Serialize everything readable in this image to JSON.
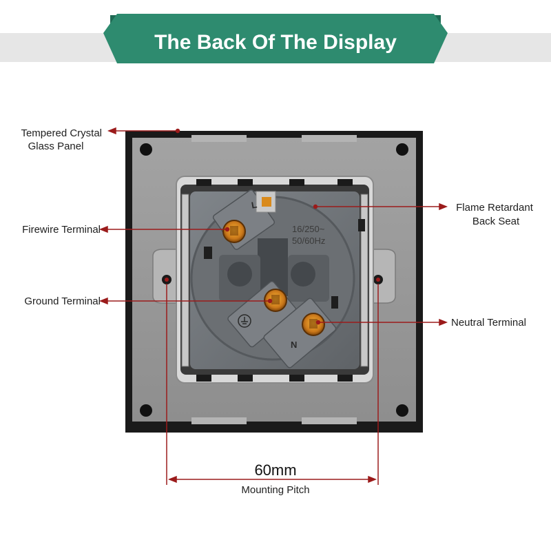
{
  "title": "The Back Of The Display",
  "colors": {
    "banner": "#2e8b6f",
    "banner_dark": "#1f6a54",
    "strip": "#e6e6e6",
    "callout": "#9b1b1b",
    "frame": "#1a1a1a",
    "panel": "#9a9a9a",
    "seat": "#6e7276",
    "terminal": "#d98a1c"
  },
  "callouts": {
    "glass_panel": [
      "Tempered Crystal",
      "Glass Panel"
    ],
    "firewire": "Firewire Terminal",
    "ground": "Ground Terminal",
    "back_seat": [
      "Flame Retardant",
      "Back Seat"
    ],
    "neutral": "Neutral Terminal"
  },
  "terminal_marks": {
    "live": "L",
    "neutral": "N"
  },
  "rating": [
    "16/250~",
    "50/60Hz"
  ],
  "dimension": {
    "value": "60mm",
    "label": "Mounting Pitch"
  }
}
